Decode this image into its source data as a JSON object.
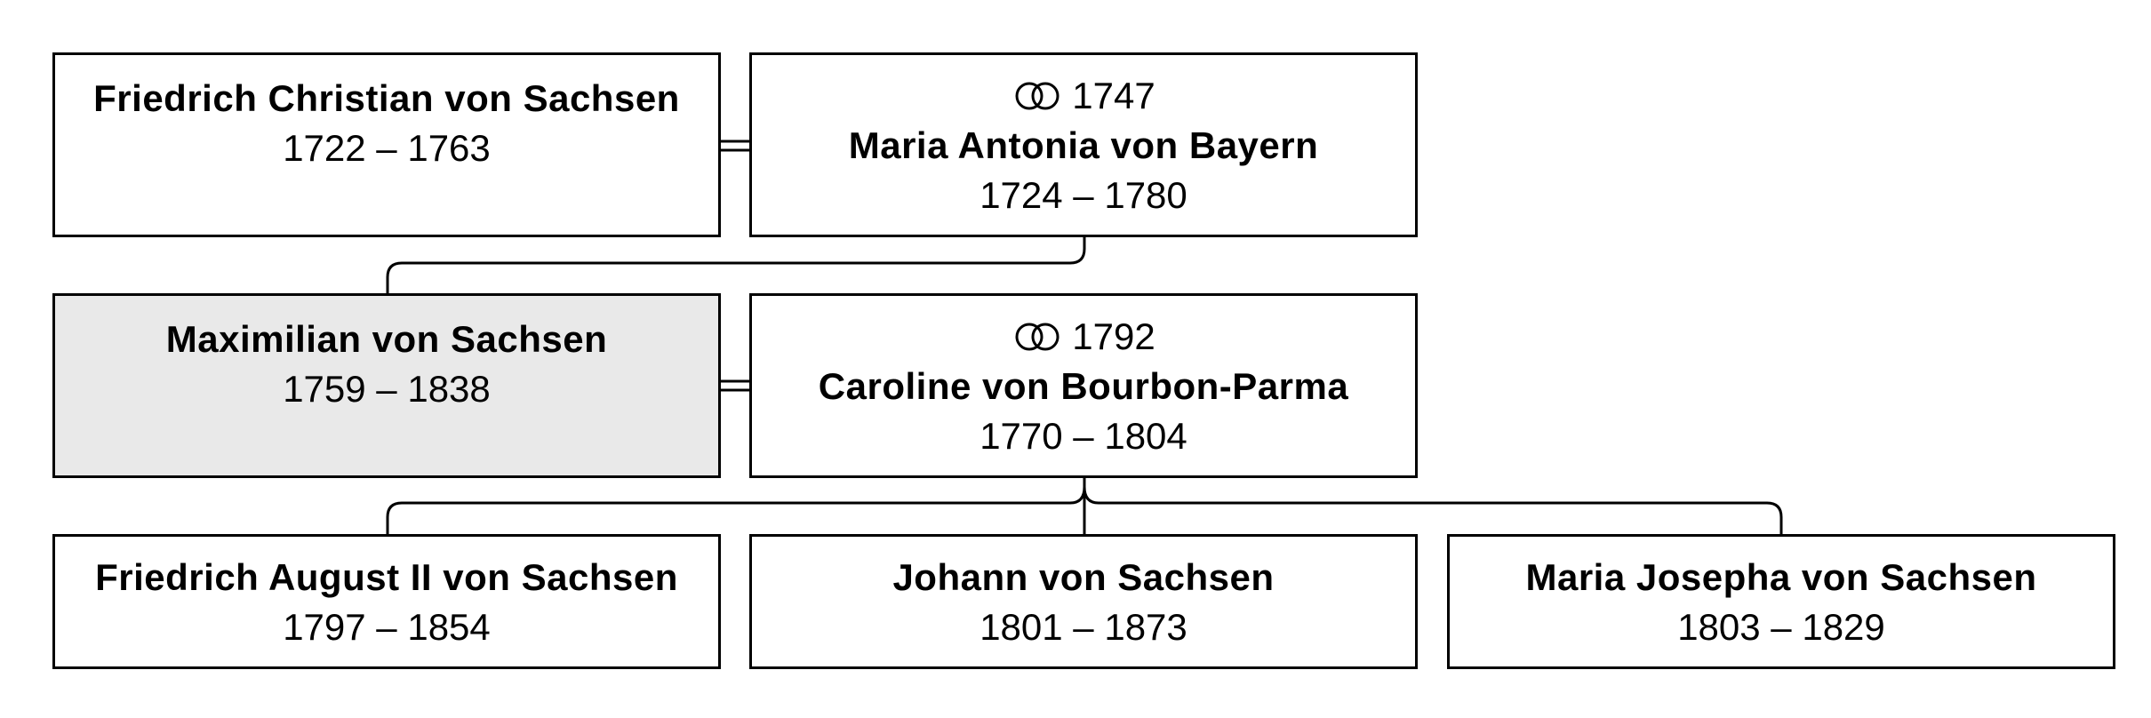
{
  "persons": {
    "father_of_subject": {
      "name": "Friedrich Christian von Sachsen",
      "years": "1722 – 1763"
    },
    "mother_of_subject": {
      "marriage": "1747",
      "name": "Maria Antonia von Bayern",
      "years": "1724 – 1780"
    },
    "subject": {
      "name": "Maximilian von Sachsen",
      "years": "1759 – 1838"
    },
    "spouse": {
      "marriage": "1792",
      "name": "Caroline von Bourbon-Parma",
      "years": "1770 – 1804"
    },
    "child_1": {
      "name": "Friedrich August II von Sachsen",
      "years": "1797 – 1854"
    },
    "child_2": {
      "name": "Johann von Sachsen",
      "years": "1801 – 1873"
    },
    "child_3": {
      "name": "Maria Josepha von Sachsen",
      "years": "1803 – 1829"
    }
  },
  "icons": {
    "marriage": "wedding-rings-icon"
  },
  "colors": {
    "highlight": "#e9e9e9",
    "line": "#000000"
  }
}
